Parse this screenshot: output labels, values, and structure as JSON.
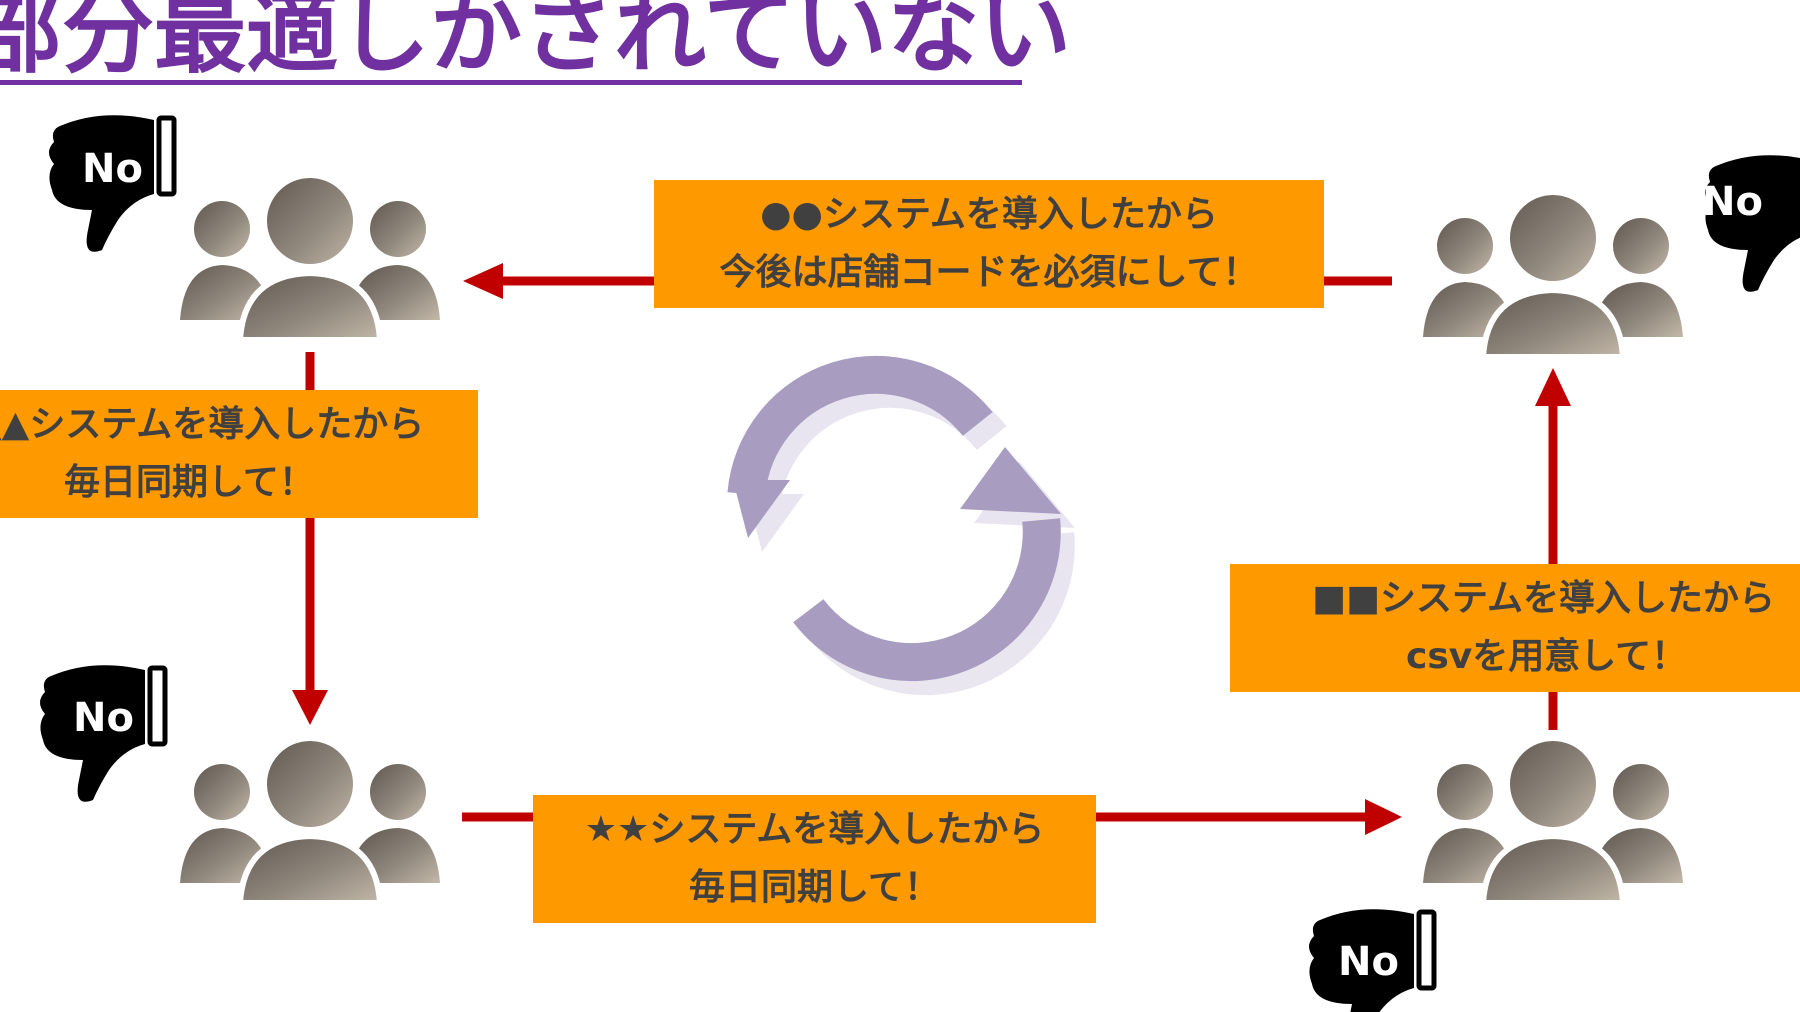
{
  "title": "部分最適しかされていない",
  "labels": {
    "top": {
      "line1": "●●システムを導入したから",
      "line2": "今後は店舗コードを必須にして！"
    },
    "left": {
      "line1": "▲▲システムを導入したから",
      "line2": "毎日同期して！"
    },
    "bottom": {
      "line1": "★★システムを導入したから",
      "line2": "毎日同期して！"
    },
    "right": {
      "line1": "■■システムを導入したから",
      "line2": "csvを用意して！"
    }
  },
  "thumbs": {
    "text": "No"
  },
  "colors": {
    "title": "#7030a0",
    "label_bg": "#ff9900",
    "label_text": "#404040",
    "arrow": "#c00000",
    "group_icon": "#8a8178",
    "cycle_icon": "#a89cc0"
  },
  "icons": {
    "people": "people-group-icon",
    "thumb": "thumbs-down-icon",
    "cycle": "refresh-cycle-icon"
  }
}
